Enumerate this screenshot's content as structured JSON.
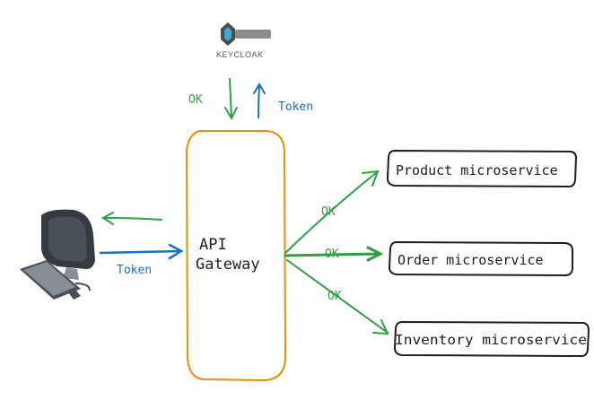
{
  "keycloak": {
    "logo_text": "KEYCLOAK"
  },
  "gateway": {
    "line1": "API",
    "line2": "Gateway"
  },
  "labels": {
    "keycloak_ok": "OK",
    "keycloak_token": "Token",
    "client_token": "Token",
    "product_ok": "OK",
    "order_ok": "OK",
    "inventory_ok": "OK"
  },
  "services": [
    {
      "label": "Product microservice"
    },
    {
      "label": "Order microservice"
    },
    {
      "label": "Inventory microservice"
    }
  ],
  "colors": {
    "ok_green": "#2f9e44",
    "token_blue": "#1971c2",
    "gateway_orange": "#f08c00",
    "box_stroke": "#1e1e1e",
    "computer_dark": "#343a40",
    "computer_light": "#868e96"
  }
}
